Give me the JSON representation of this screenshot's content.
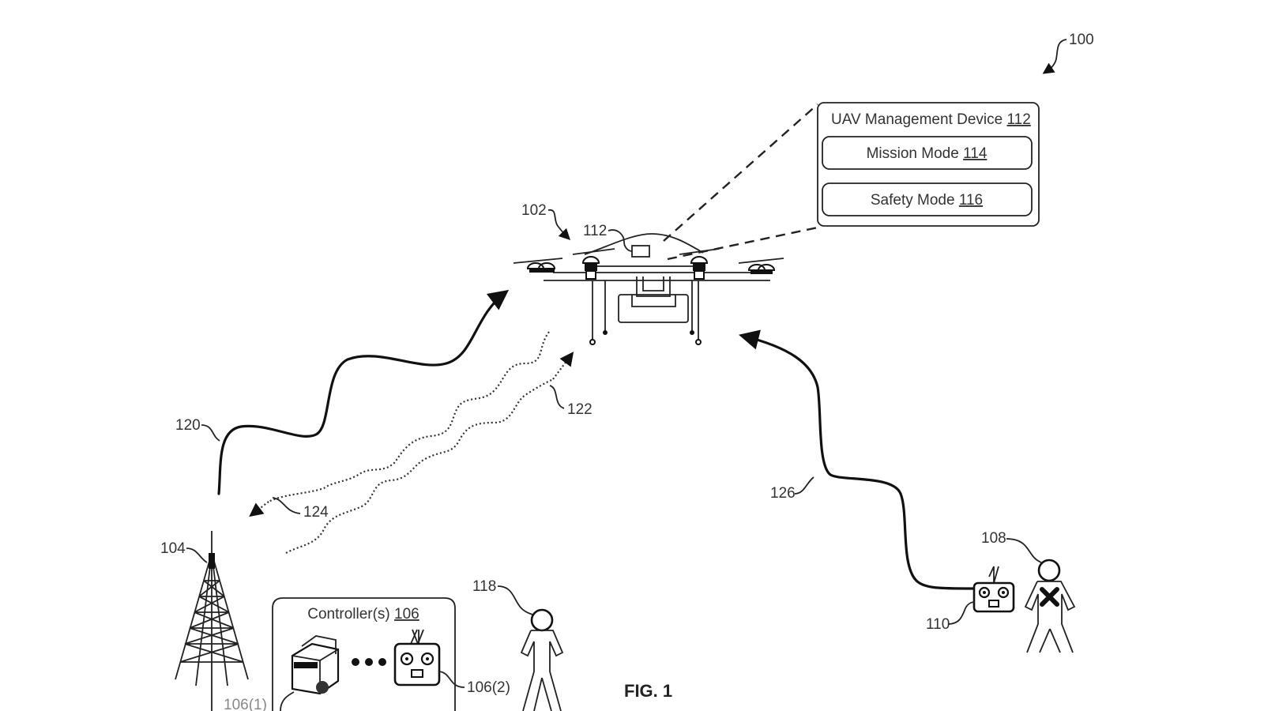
{
  "figure": {
    "caption": "FIG. 1",
    "reference": "100"
  },
  "uav_management_device": {
    "title_prefix": "UAV Management Device",
    "title_ref": "112",
    "modes": [
      {
        "label": "Mission Mode",
        "ref": "114"
      },
      {
        "label": "Safety Mode",
        "ref": "116"
      }
    ]
  },
  "controllers_box": {
    "title_prefix": "Controller(s)",
    "title_ref": "106"
  },
  "reference_labels": {
    "uav": "102",
    "uav_device": "112",
    "tower": "104",
    "controller_2": "106(2)",
    "controller_1": "106(1)",
    "operator_disabled": "108",
    "remote_controller": "110",
    "person": "118",
    "link_120": "120",
    "link_122": "122",
    "link_124": "124",
    "link_126": "126"
  },
  "icons": {
    "drone": "quadcopter-drone-icon",
    "tower": "cell-tower-icon",
    "remote": "rc-remote-icon",
    "person": "person-icon",
    "disabled_person": "incapacitated-person-icon",
    "computer_controller": "controller-device-icon"
  }
}
